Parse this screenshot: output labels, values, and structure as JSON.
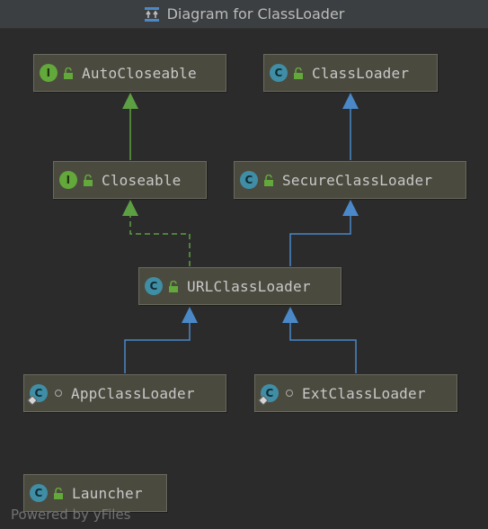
{
  "window": {
    "title": "Diagram for ClassLoader"
  },
  "nodes": {
    "autocloseable": {
      "name": "AutoCloseable",
      "kind": "I"
    },
    "classloader": {
      "name": "ClassLoader",
      "kind": "C"
    },
    "closeable": {
      "name": "Closeable",
      "kind": "I"
    },
    "secureclassloader": {
      "name": "SecureClassLoader",
      "kind": "C"
    },
    "urlclassloader": {
      "name": "URLClassLoader",
      "kind": "C"
    },
    "appclassloader": {
      "name": "AppClassLoader",
      "kind": "C"
    },
    "extclassloader": {
      "name": "ExtClassLoader",
      "kind": "C"
    },
    "launcher": {
      "name": "Launcher",
      "kind": "C"
    }
  },
  "footer": {
    "text": "Powered by yFiles"
  },
  "colors": {
    "background": "#2b2b2b",
    "node_fill": "#4b4a3f",
    "extends_edge": "#4a88c7",
    "implements_edge": "#5d9f43",
    "interface_badge": "#62a83a",
    "class_badge": "#3f8ea6"
  },
  "icons": {
    "title": "diagram-icon",
    "interface": "interface-icon",
    "class": "class-icon",
    "public": "unlocked-icon",
    "package_private": "package-private-icon"
  }
}
